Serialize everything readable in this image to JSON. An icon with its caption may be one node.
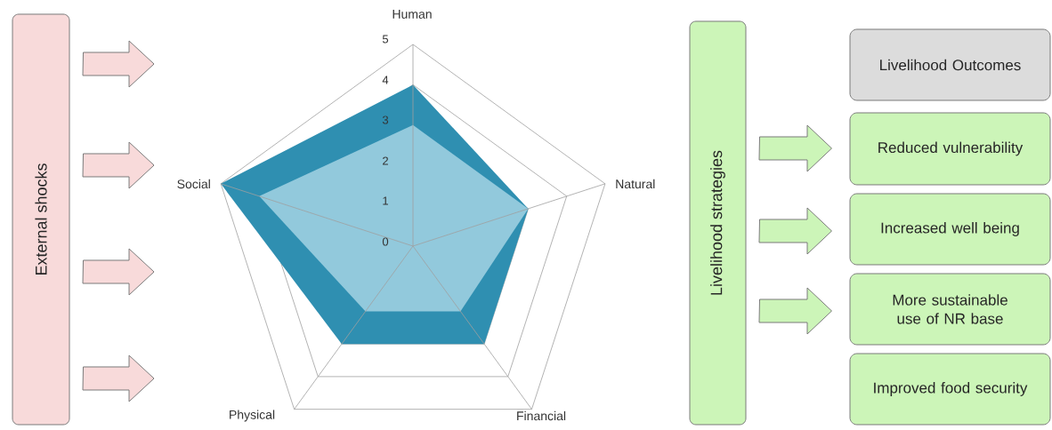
{
  "diagram": {
    "nodes": [
      {
        "text": [
          "External shocks"
        ]
      },
      {
        "text": [
          "Livelihood strategies"
        ]
      },
      {
        "text": [
          "Livelihood Outcomes"
        ]
      },
      {
        "text": [
          "Reduced vulnerability"
        ]
      },
      {
        "text": [
          "Increased well being"
        ]
      },
      {
        "text": [
          "More sustainable use of NR base"
        ]
      },
      {
        "text": [
          "Improved food security"
        ]
      }
    ],
    "edges": [
      {
        "from": 0,
        "to": null,
        "arrow": "to"
      },
      {
        "from": 0,
        "to": null,
        "arrow": "to"
      },
      {
        "from": 0,
        "to": null,
        "arrow": "to"
      },
      {
        "from": 0,
        "to": null,
        "arrow": "to"
      },
      {
        "from": 1,
        "to": 3,
        "arrow": "to",
        "color": "#ccf5b8"
      },
      {
        "from": 1,
        "to": 4,
        "arrow": "to",
        "color": "#ccf5b8"
      },
      {
        "from": 1,
        "to": 5,
        "arrow": "to",
        "color": "#ccf5b8"
      }
    ],
    "labels": [
      "Human",
      "5",
      "4",
      "3",
      "2",
      "Social",
      "Natural",
      "1",
      "0",
      "Physical",
      "Financial"
    ]
  }
}
